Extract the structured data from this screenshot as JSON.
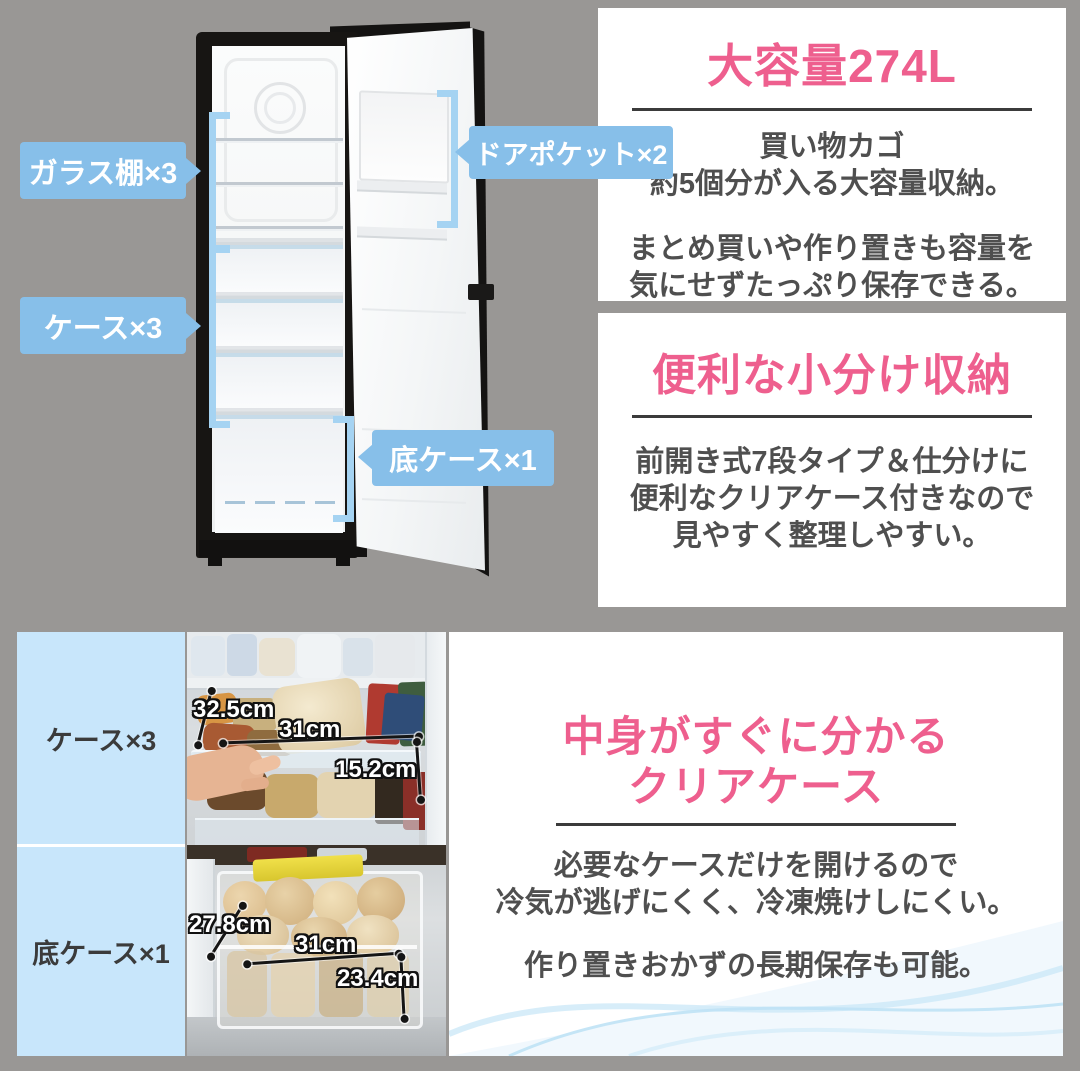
{
  "colors": {
    "background_gray": "#999795",
    "accent_pink": "#ee5f8e",
    "callout_blue": "#87bfe9",
    "panel_blue": "#c8e6fb",
    "bracket_blue": "#a5d3f2",
    "body_text": "#4f4f4f"
  },
  "freezer_diagram": {
    "callout_glass_shelf": "ガラス棚×3",
    "callout_case": "ケース×3",
    "callout_door_pocket": "ドアポケット×2",
    "callout_bottom_case": "底ケース×1"
  },
  "capacity_panel": {
    "title": "大容量274L",
    "body_line1": "買い物カゴ",
    "body_line2": "約5個分が入る大容量収納。",
    "body_line3": "まとめ買いや作り置きも容量を",
    "body_line4": "気にせずたっぷり保存できる。"
  },
  "storage_panel": {
    "title": "便利な小分け収納",
    "body_line1": "前開き式7段タイプ＆仕分けに",
    "body_line2": "便利なクリアケース付きなので",
    "body_line3": "見やすく整理しやすい。"
  },
  "clear_case_section": {
    "row_label_case": "ケース×3",
    "row_label_bottom_case": "底ケース×1",
    "case_photo": {
      "depth": "32.5cm",
      "width": "31cm",
      "height": "15.2cm"
    },
    "bottom_case_photo": {
      "depth": "27.8cm",
      "width": "31cm",
      "height": "23.4cm"
    },
    "title_line1": "中身がすぐに分かる",
    "title_line2": "クリアケース",
    "body_line1": "必要なケースだけを開けるので",
    "body_line2": "冷気が逃げにくく、冷凍焼けしにくい。",
    "body_line3": "作り置きおかずの長期保存も可能。"
  }
}
